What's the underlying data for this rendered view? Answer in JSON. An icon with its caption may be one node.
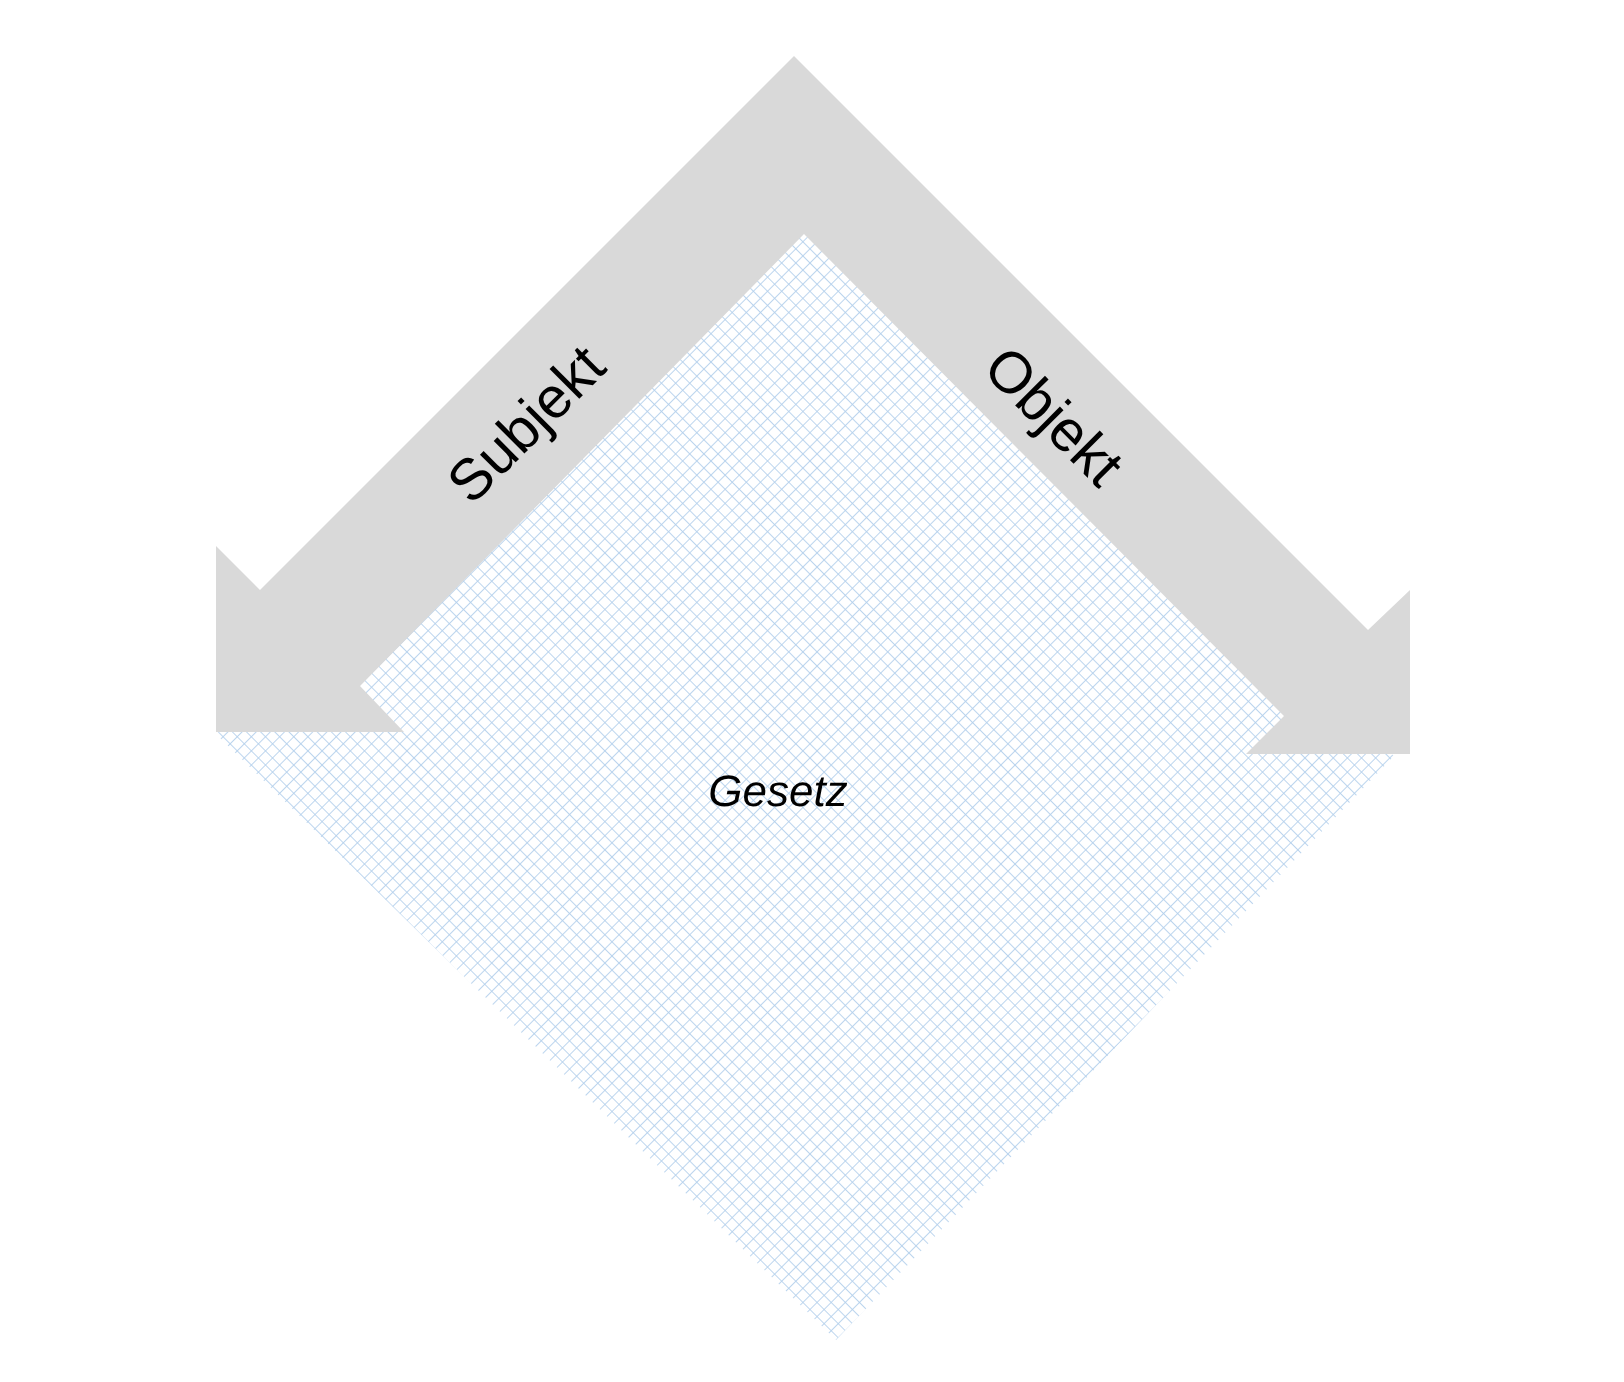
{
  "diagram": {
    "nodes": [
      {
        "text": [
          "Subjekt",
          "Objekt"
        ]
      },
      {
        "text": [
          "Gesetz"
        ]
      }
    ]
  }
}
